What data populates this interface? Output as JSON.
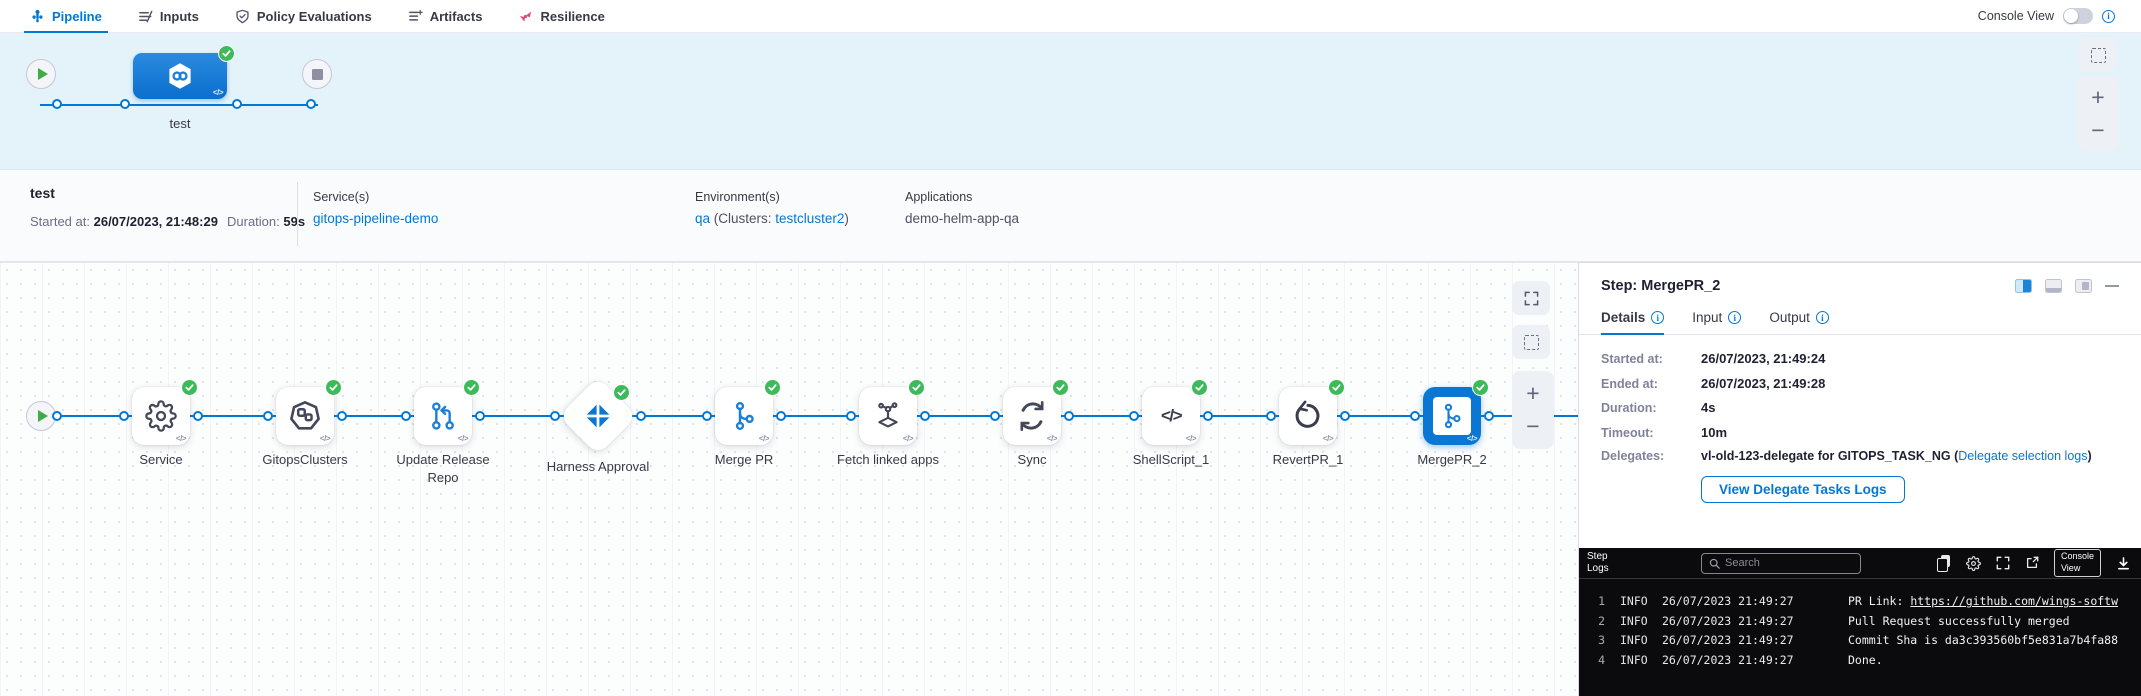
{
  "nav": {
    "tabs": [
      {
        "label": "Pipeline",
        "active": true
      },
      {
        "label": "Inputs",
        "active": false
      },
      {
        "label": "Policy Evaluations",
        "active": false
      },
      {
        "label": "Artifacts",
        "active": false
      },
      {
        "label": "Resilience",
        "active": false
      }
    ],
    "console_view_label": "Console View"
  },
  "stage_graph": {
    "stage_label": "test"
  },
  "summary": {
    "title": "test",
    "started_label": "Started at:",
    "started_value": "26/07/2023, 21:48:29",
    "duration_label": "Duration:",
    "duration_value": "59s",
    "services_label": "Service(s)",
    "service_link": "gitops-pipeline-demo",
    "environments_label": "Environment(s)",
    "env_link": "qa",
    "env_mid": " (Clusters: ",
    "cluster_link": "testcluster2",
    "env_close": ")",
    "applications_label": "Applications",
    "applications_value": "demo-helm-app-qa"
  },
  "pipeline_graph": {
    "steps": [
      {
        "label": "Service"
      },
      {
        "label": "GitopsClusters"
      },
      {
        "label": "Update Release Repo"
      },
      {
        "label": "Harness Approval"
      },
      {
        "label": "Merge PR"
      },
      {
        "label": "Fetch linked apps"
      },
      {
        "label": "Sync"
      },
      {
        "label": "ShellScript_1"
      },
      {
        "label": "RevertPR_1"
      },
      {
        "label": "MergePR_2"
      }
    ]
  },
  "step_panel": {
    "title": "Step: MergePR_2",
    "tabs": [
      {
        "label": "Details"
      },
      {
        "label": "Input"
      },
      {
        "label": "Output"
      }
    ],
    "fields": [
      {
        "label": "Started at:",
        "value": "26/07/2023, 21:49:24"
      },
      {
        "label": "Ended at:",
        "value": "26/07/2023, 21:49:28"
      },
      {
        "label": "Duration:",
        "value": "4s"
      },
      {
        "label": "Timeout:",
        "value": "10m"
      }
    ],
    "delegates_label": "Delegates:",
    "delegates_value": "vl-old-123-delegate for GITOPS_TASK_NG (",
    "delegates_link": "Delegate selection logs",
    "delegates_close": ")",
    "view_delegate_logs_button": "View Delegate Tasks Logs"
  },
  "console": {
    "title_line1": "Step",
    "title_line2": "Logs",
    "search_placeholder": "Search",
    "console_view_line1": "Console",
    "console_view_line2": "View",
    "logs": [
      {
        "n": "1",
        "level": "INFO",
        "time": "26/07/2023 21:49:27",
        "msg": "PR Link: ",
        "link": "https://github.com/wings-softw"
      },
      {
        "n": "2",
        "level": "INFO",
        "time": "26/07/2023 21:49:27",
        "msg": "Pull Request successfully merged"
      },
      {
        "n": "3",
        "level": "INFO",
        "time": "26/07/2023 21:49:27",
        "msg": "Commit Sha is da3c393560bf5e831a7b4fa88"
      },
      {
        "n": "4",
        "level": "INFO",
        "time": "26/07/2023 21:49:27",
        "msg": "Done."
      }
    ]
  },
  "colors": {
    "primary_blue": "#0278d5",
    "success_green": "#3dbb5b",
    "resilience_pink": "#e0487c",
    "stage_band_bg": "#e4f3fa",
    "console_bg": "#0b0b0e"
  }
}
